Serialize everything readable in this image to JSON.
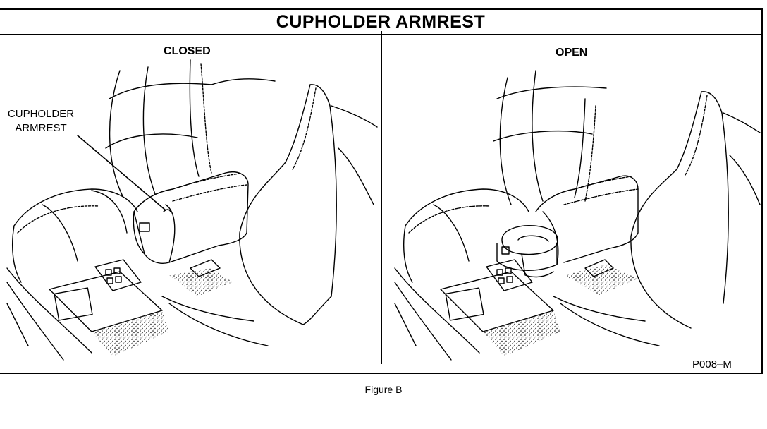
{
  "title": "CUPHOLDER ARMREST",
  "panels": [
    {
      "label": "CLOSED"
    },
    {
      "label": "OPEN"
    }
  ],
  "callout": {
    "line1": "CUPHOLDER",
    "line2": "ARMREST"
  },
  "figure_code": "P008–M",
  "caption": "Figure B"
}
